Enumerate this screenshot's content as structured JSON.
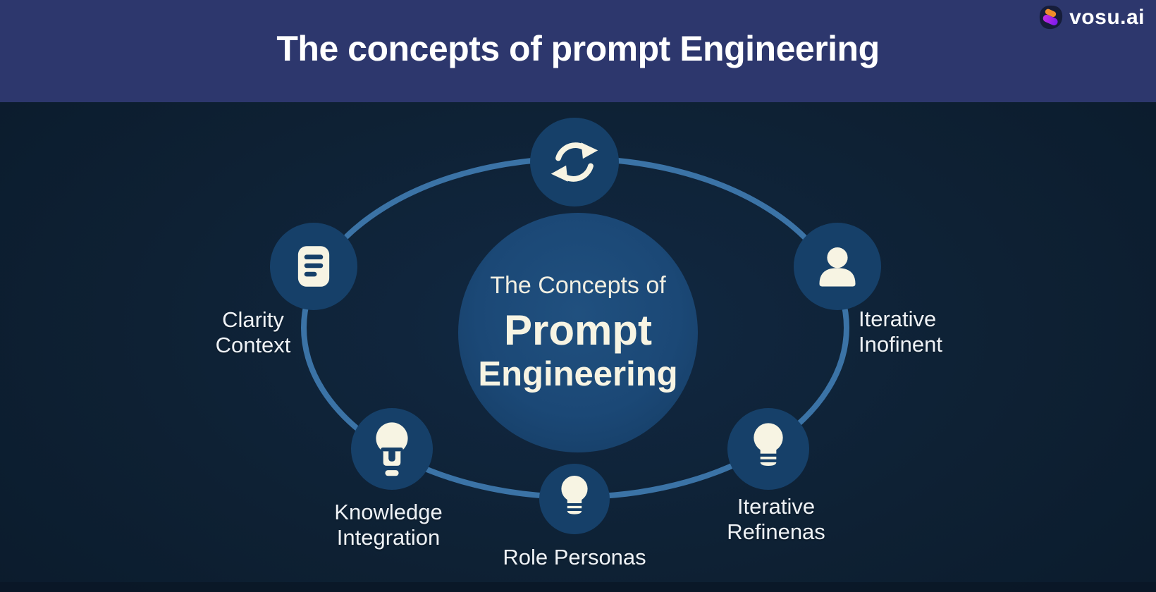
{
  "header": {
    "title": "The concepts of prompt Engineering",
    "brand": "vosu.ai"
  },
  "diagram": {
    "center": {
      "line1": "The Concepts of",
      "line2": "Prompt",
      "line3": "Engineering"
    },
    "nodes": [
      {
        "id": "refinement-cycle",
        "icon": "refresh-icon",
        "label": ""
      },
      {
        "id": "clarity-context",
        "icon": "document-icon",
        "label": "Clarity\nContext"
      },
      {
        "id": "iterative-inofinent",
        "icon": "person-icon",
        "label": "Iterative\nInofinent"
      },
      {
        "id": "knowledge-integration",
        "icon": "lightbulb-icon",
        "label": "Knowledge\nIntegration"
      },
      {
        "id": "role-personas",
        "icon": "lightbulb-icon",
        "label": "Role Personas"
      },
      {
        "id": "iterative-refinenas",
        "icon": "lightbulb-icon",
        "label": "Iterative\nRefinenas"
      }
    ]
  },
  "colors": {
    "header_bg": "#2d376d",
    "canvas_bg": "#0e2134",
    "node_fill": "#164069",
    "center_fill": "#1b4876",
    "ellipse_stroke": "#3b73a6",
    "icon_cream": "#f7f4e3",
    "label_text": "#eef2f6",
    "title_text": "#ffffff",
    "logo_orange": "#ef8d2a",
    "logo_purple": "#8a2bf0"
  }
}
